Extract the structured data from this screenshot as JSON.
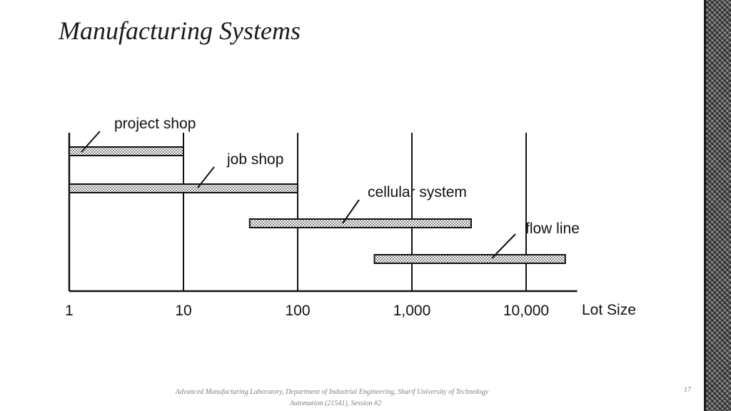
{
  "slide": {
    "title": "Manufacturing Systems",
    "footer_credit": "Advanced Manufacturing Laboratory, Department of Industrial Engineering, Sharif University of Technology",
    "footer_session": "Automation (21541), Session #2",
    "page_number": "17"
  },
  "chart_data": {
    "type": "bar",
    "orientation": "horizontal-range",
    "xscale": "log",
    "xlabel": "Lot Size",
    "xlim": [
      1,
      28000
    ],
    "xticks": [
      1,
      10,
      100,
      1000,
      10000
    ],
    "xtick_labels": [
      "1",
      "10",
      "100",
      "1,000",
      "10,000"
    ],
    "grid": "vertical lines at ticks",
    "bar_fill": "dotted",
    "bars": [
      {
        "label": "project shop",
        "start": 1,
        "end": 10
      },
      {
        "label": "job shop",
        "start": 1,
        "end": 100
      },
      {
        "label": "cellular system",
        "start": 38,
        "end": 3300
      },
      {
        "label": "flow line",
        "start": 470,
        "end": 22000
      }
    ]
  }
}
